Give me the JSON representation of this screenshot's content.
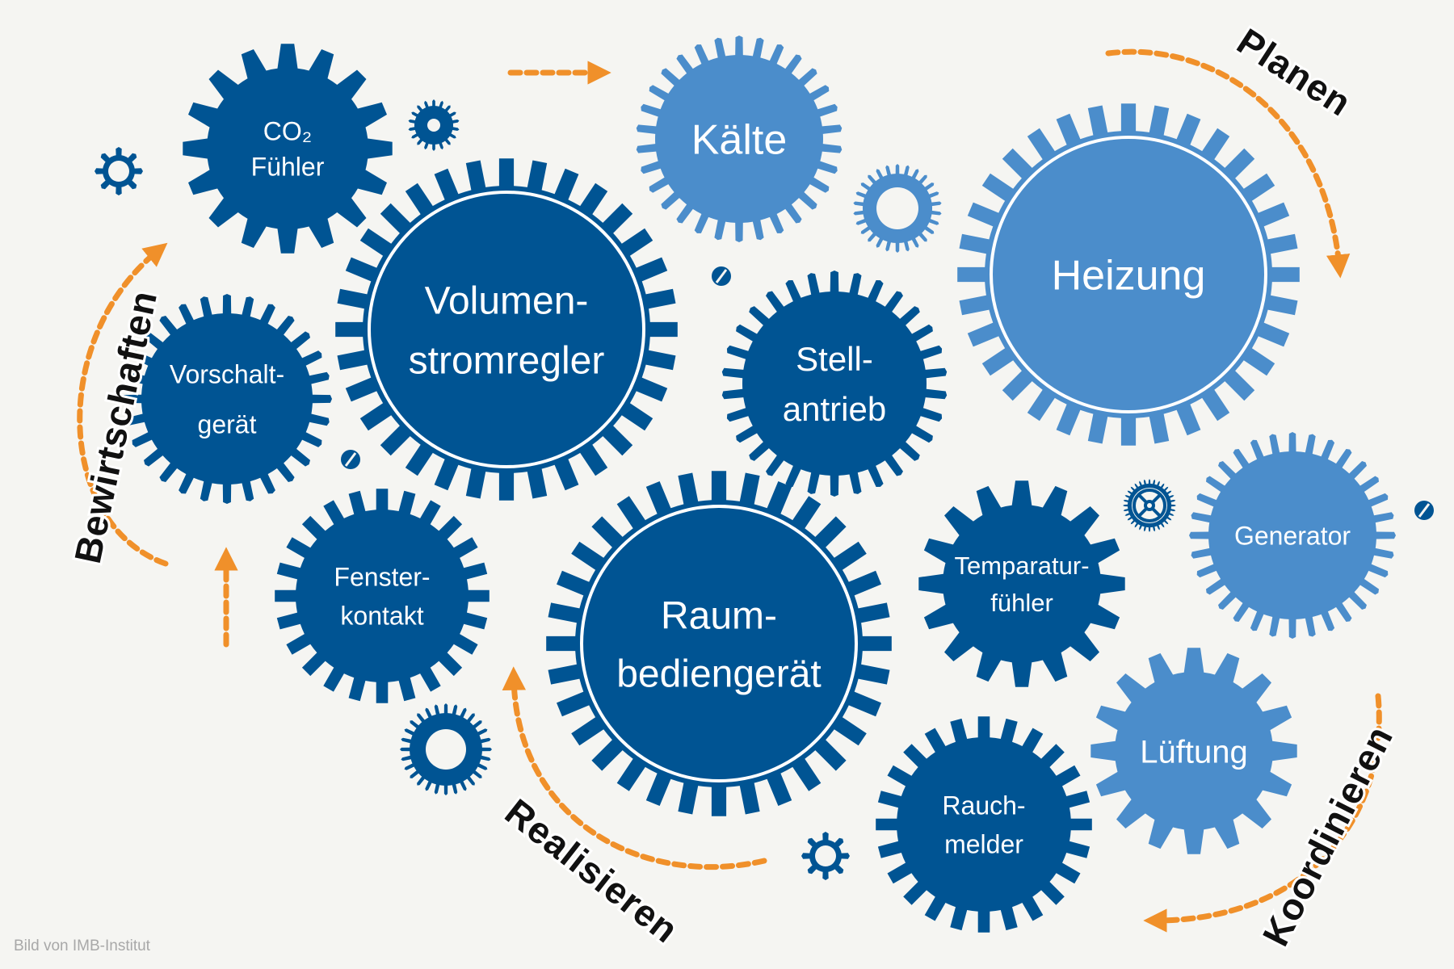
{
  "colors": {
    "background": "#f5f5f2",
    "dark_blue": "#005493",
    "light_blue": "#4b8dcb",
    "orange": "#f0902a",
    "text_white": "#ffffff",
    "phase_text": "#111111",
    "caption_gray": "#a8a8a8"
  },
  "gears": [
    {
      "id": "co2-fuehler",
      "lines": [
        "CO₂",
        "Fühler"
      ],
      "tone": "dark",
      "style": "trapezoid",
      "teeth": 16
    },
    {
      "id": "vorschaltgeraet",
      "lines": [
        "Vorschalt-",
        "gerät"
      ],
      "tone": "dark",
      "style": "rounded",
      "teeth": 28
    },
    {
      "id": "volumenstromregler",
      "lines": [
        "Volumen-",
        "stromregler"
      ],
      "tone": "dark",
      "style": "ring",
      "teeth": 32
    },
    {
      "id": "fensterkontakt",
      "lines": [
        "Fenster-",
        "kontakt"
      ],
      "tone": "dark",
      "style": "rect",
      "teeth": 24
    },
    {
      "id": "kaelte",
      "lines": [
        "Kälte"
      ],
      "tone": "light",
      "style": "rounded",
      "teeth": 30
    },
    {
      "id": "stellantrieb",
      "lines": [
        "Stell-",
        "antrieb"
      ],
      "tone": "dark",
      "style": "rounded",
      "teeth": 30
    },
    {
      "id": "raumbediengeraet",
      "lines": [
        "Raum-",
        "bediengerät"
      ],
      "tone": "dark",
      "style": "ring",
      "teeth": 32
    },
    {
      "id": "heizung",
      "lines": [
        "Heizung"
      ],
      "tone": "light",
      "style": "ring",
      "teeth": 32
    },
    {
      "id": "temperaturfuehler",
      "lines": [
        "Temparatur-",
        "fühler"
      ],
      "tone": "dark",
      "style": "trapezoid",
      "teeth": 16
    },
    {
      "id": "generator",
      "lines": [
        "Generator"
      ],
      "tone": "light",
      "style": "rounded",
      "teeth": 32
    },
    {
      "id": "lueftung",
      "lines": [
        "Lüftung"
      ],
      "tone": "light",
      "style": "trapezoid",
      "teeth": 16
    },
    {
      "id": "rauchmelder",
      "lines": [
        "Rauch-",
        "melder"
      ],
      "tone": "dark",
      "style": "rect",
      "teeth": 24
    }
  ],
  "decor_gears": [
    {
      "id": "small-cog-left",
      "tone": "dark",
      "teeth": 8
    },
    {
      "id": "small-cog-top",
      "tone": "dark",
      "teeth": 18
    },
    {
      "id": "small-cog-light",
      "tone": "light",
      "teeth": 26
    },
    {
      "id": "small-cog-wheel",
      "tone": "dark",
      "teeth": 32
    },
    {
      "id": "small-cog-bottom-left",
      "tone": "dark",
      "teeth": 28
    },
    {
      "id": "small-cog-bottom",
      "tone": "dark",
      "teeth": 8
    }
  ],
  "phases": {
    "planen": "Planen",
    "koordinieren": "Koordinieren",
    "realisieren": "Realisieren",
    "bewirtschaften": "Bewirtschaften"
  },
  "caption": "Bild von IMB-Institut"
}
